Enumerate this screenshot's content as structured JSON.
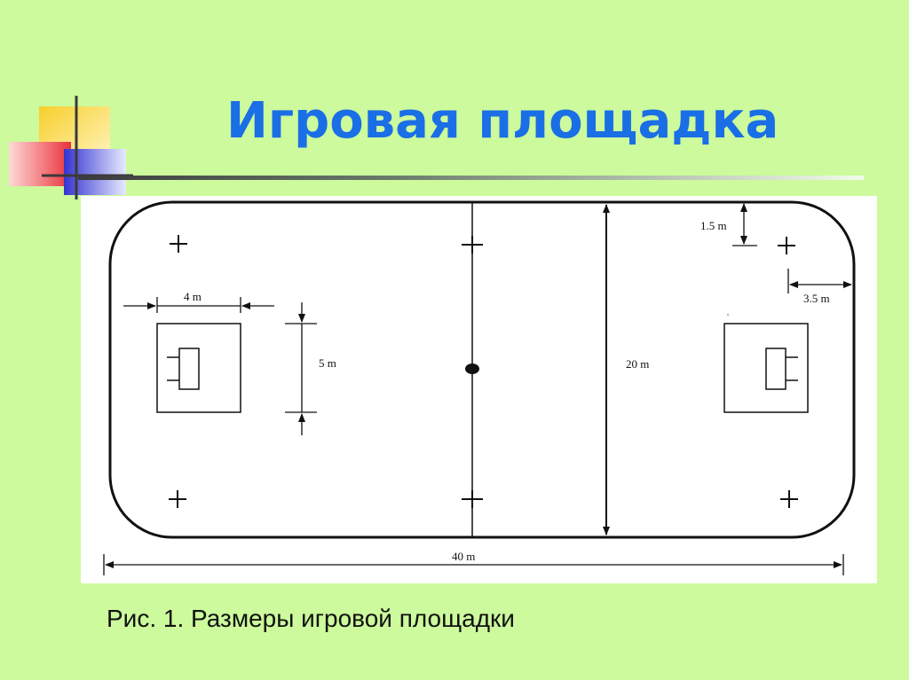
{
  "slide": {
    "title": "Игровая площадка",
    "caption": "Рис. 1. Размеры игровой площадки"
  },
  "diagram": {
    "dimensions": {
      "goal_area_width": "4 m",
      "goal_area_depth": "5 m",
      "field_width": "20 m",
      "field_length": "40 m",
      "cross_offset_end": "1.5 m",
      "cross_offset_side": "3.5 m"
    }
  },
  "colors": {
    "background": "#ccfa9c",
    "title": "#1a6ee6",
    "deco_yellow": "#f5d23c",
    "deco_red": "#e83a3a",
    "deco_blue": "#3a3ad8"
  }
}
